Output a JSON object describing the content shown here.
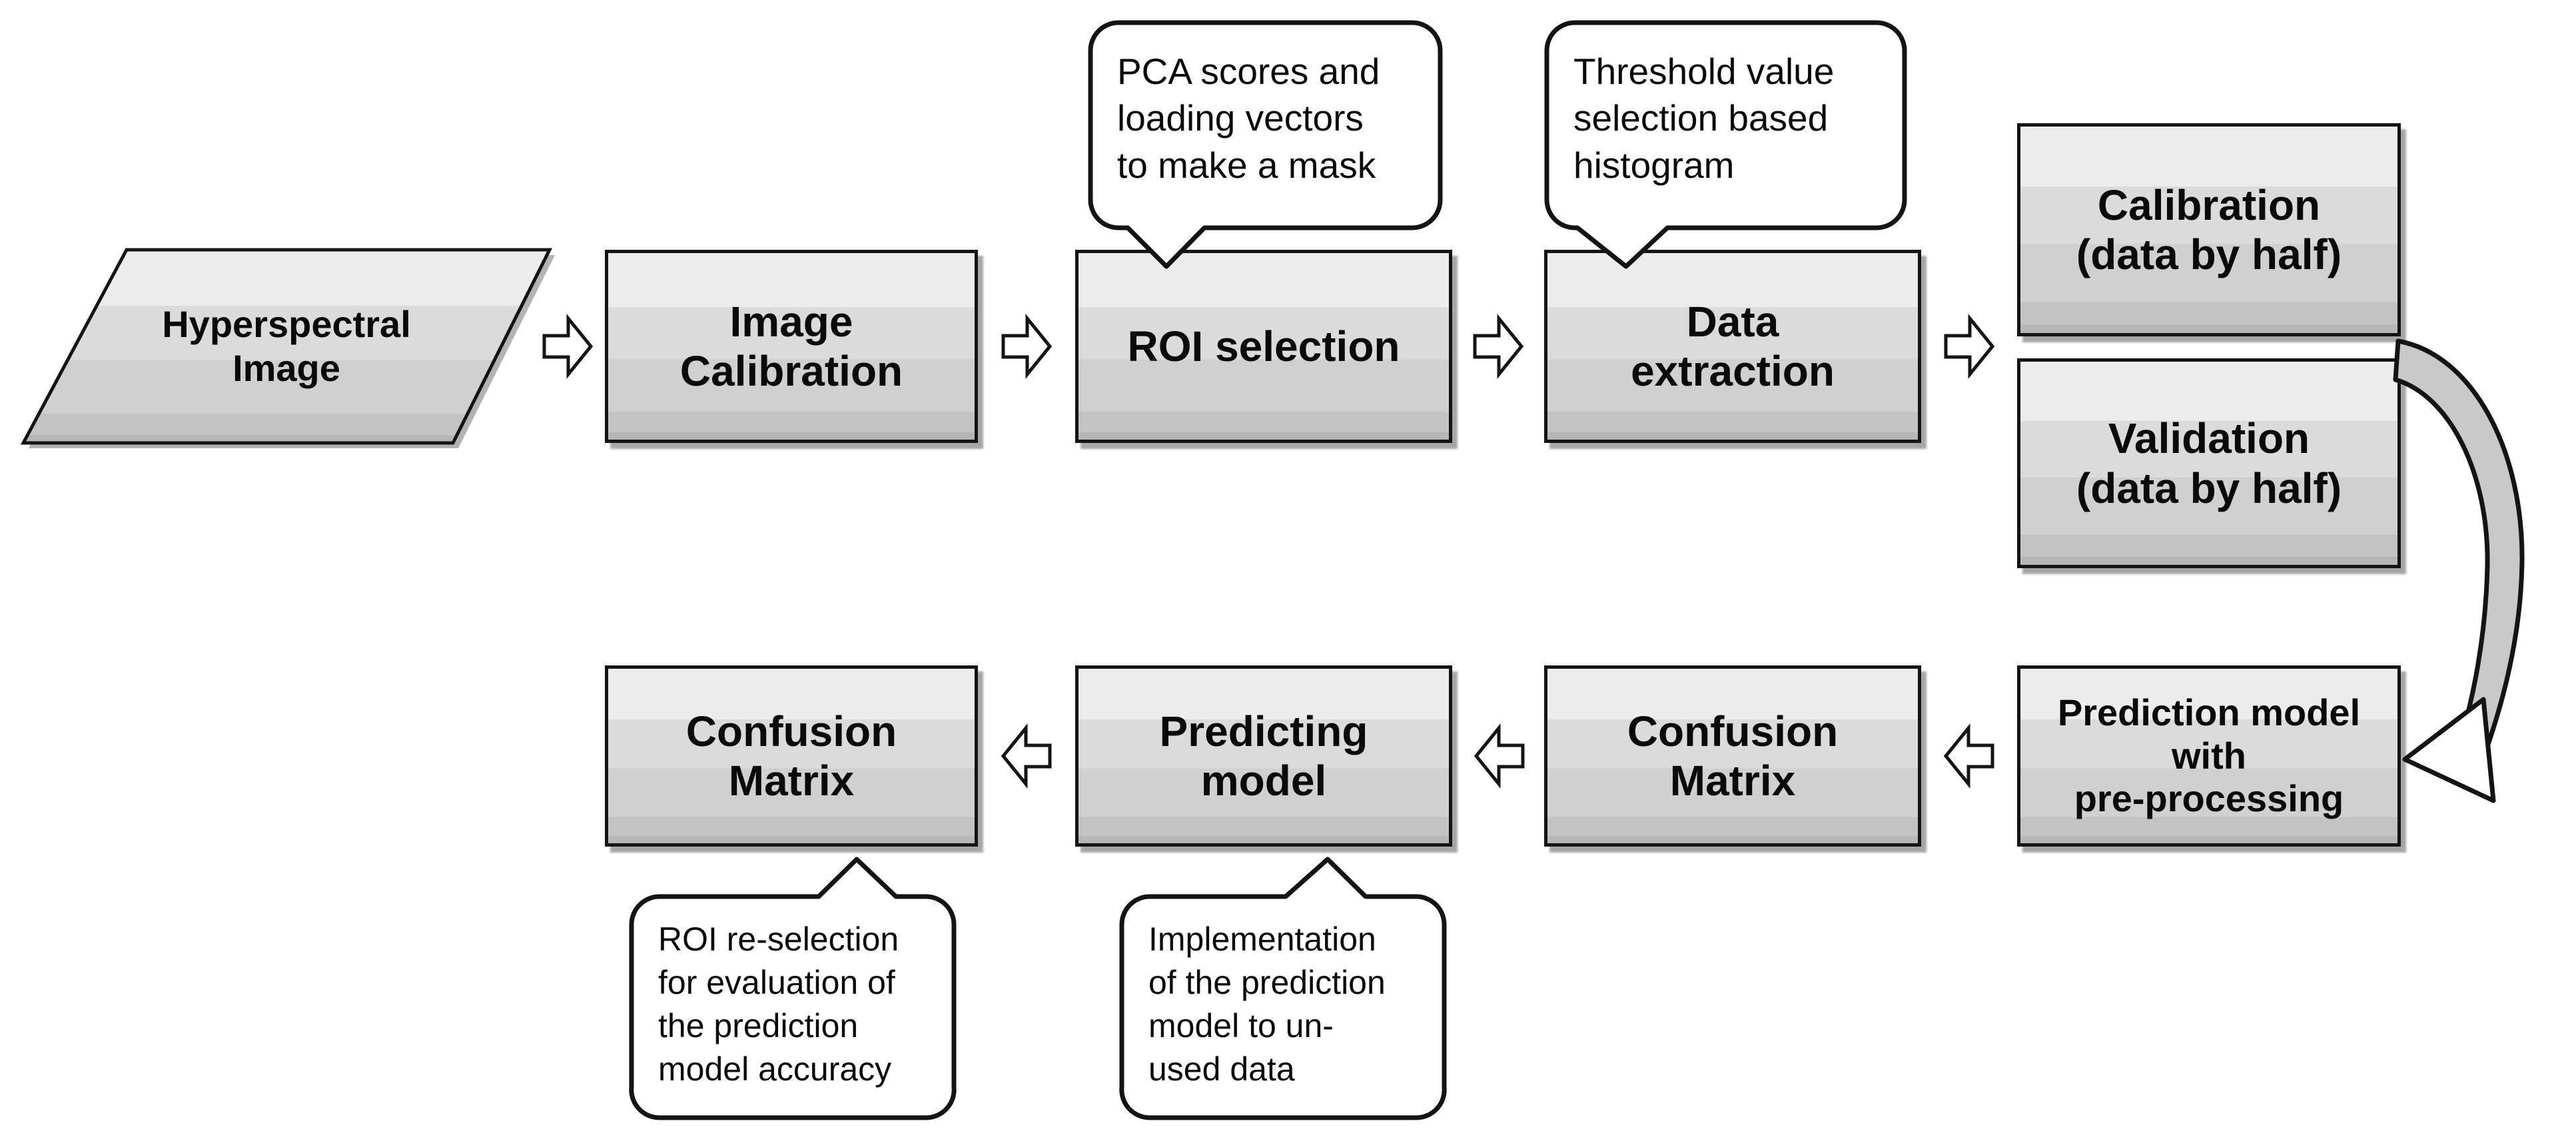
{
  "diagram": {
    "type": "flowchart",
    "description_visible_text_only": true
  },
  "nodes": {
    "hyperspectral_image": {
      "label": "Hyperspectral\nImage",
      "shape": "parallelogram"
    },
    "image_calibration": {
      "label": "Image\nCalibration",
      "shape": "rectangle"
    },
    "roi_selection": {
      "label": "ROI selection",
      "shape": "rectangle"
    },
    "data_extraction": {
      "label": "Data\nextraction",
      "shape": "rectangle"
    },
    "calibration_half": {
      "label": "Calibration\n(data by half)",
      "shape": "rectangle"
    },
    "validation_half": {
      "label": "Validation\n(data by half)",
      "shape": "rectangle"
    },
    "prediction_model": {
      "label": "Prediction model\nwith\npre-processing",
      "shape": "rectangle"
    },
    "confusion_matrix_1": {
      "label": "Confusion\nMatrix",
      "shape": "rectangle"
    },
    "predicting_model": {
      "label": "Predicting\nmodel",
      "shape": "rectangle"
    },
    "confusion_matrix_2": {
      "label": "Confusion\nMatrix",
      "shape": "rectangle"
    }
  },
  "callouts": {
    "pca": {
      "text": "PCA scores and\nloading vectors\nto make a mask",
      "points_to": "ROI selection"
    },
    "threshold": {
      "text": "Threshold value\nselection based\nhistogram",
      "points_to": "Data extraction"
    },
    "implementation": {
      "text": "Implementation\nof the prediction\nmodel to un-\nused data",
      "points_to": "Predicting model"
    },
    "roi_reselection": {
      "text": "ROI re-selection\nfor evaluation of\nthe prediction\nmodel accuracy",
      "points_to": "Confusion Matrix"
    }
  },
  "colors": {
    "canvas_background": "#ffffff",
    "node_border": "#141414",
    "node_band_1": "#ececec",
    "node_band_2": "#dbdbdb",
    "node_band_3": "#d0d0d0",
    "node_band_4": "#c3c3c3",
    "node_band_5": "#b6b6b6",
    "callout_background": "#ffffff",
    "flow_arrow_fill": "#ffffff",
    "curved_arrow_fill": "#c9c9c9",
    "outline": "#141414"
  }
}
